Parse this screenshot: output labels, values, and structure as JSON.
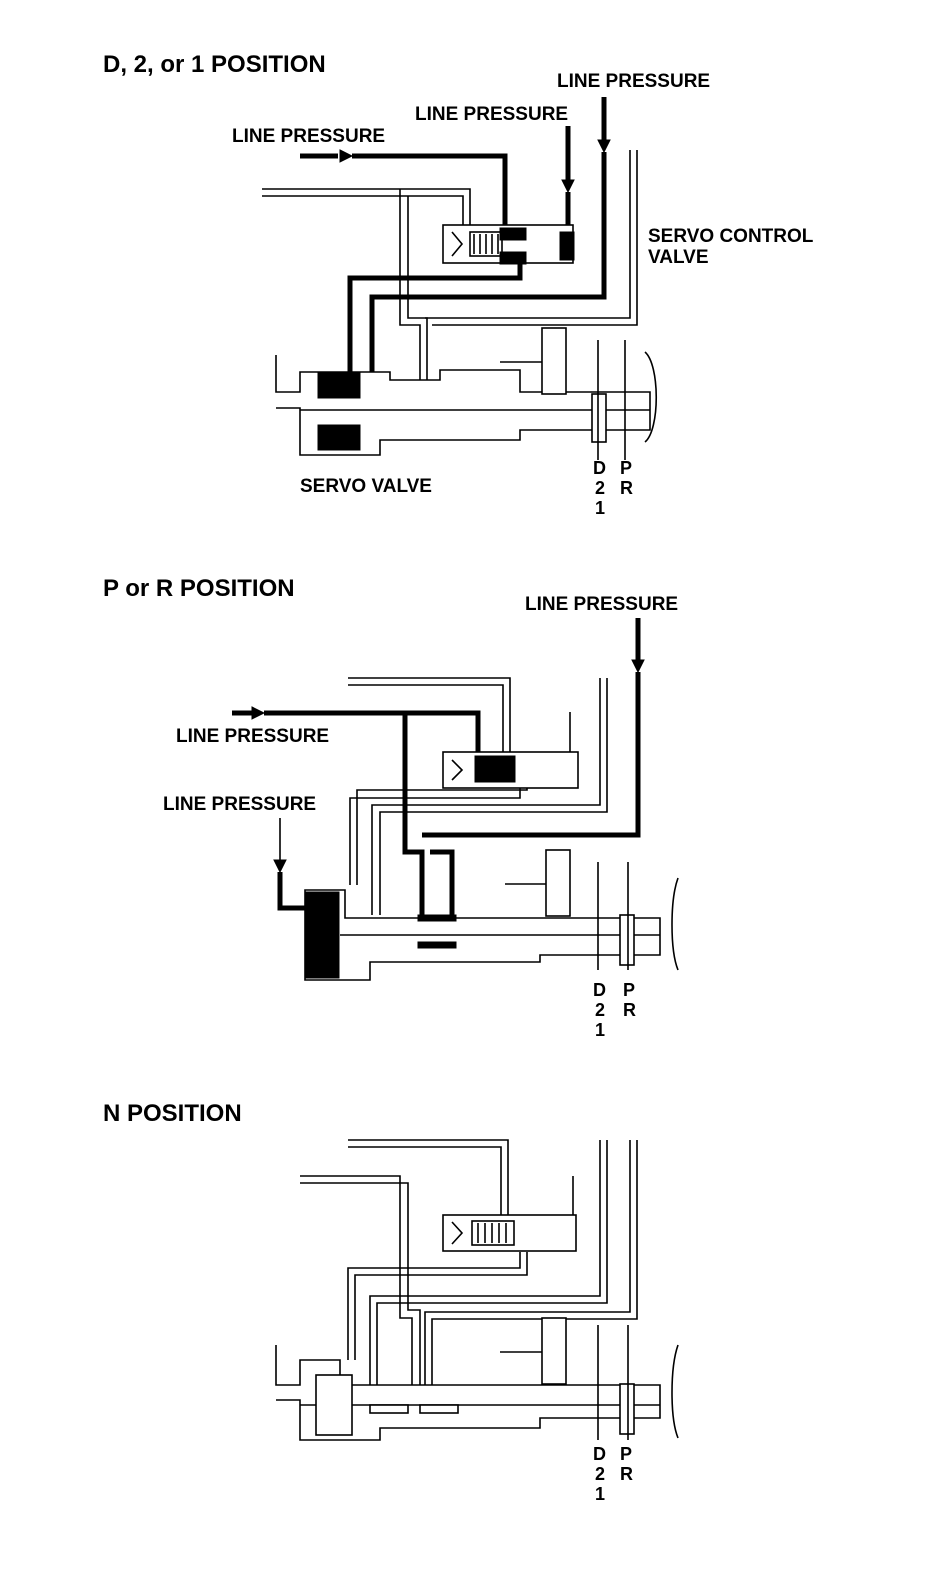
{
  "panels": [
    {
      "title": "D, 2, or 1 POSITION",
      "labels": {
        "line_pressure_left": "LINE PRESSURE",
        "line_pressure_mid": "LINE PRESSURE",
        "line_pressure_top": "LINE PRESSURE",
        "servo_control_valve_1": "SERVO CONTROL",
        "servo_control_valve_2": "VALVE",
        "servo_valve": "SERVO VALVE"
      },
      "positions": {
        "d": "D",
        "two": "2",
        "one": "1",
        "p": "P",
        "r": "R"
      }
    },
    {
      "title": "P or R POSITION",
      "labels": {
        "line_pressure_top": "LINE PRESSURE",
        "line_pressure_left": "LINE PRESSURE",
        "line_pressure_lower": "LINE PRESSURE"
      },
      "positions": {
        "d": "D",
        "two": "2",
        "one": "1",
        "p": "P",
        "r": "R"
      }
    },
    {
      "title": "N POSITION",
      "positions": {
        "d": "D",
        "two": "2",
        "one": "1",
        "p": "P",
        "r": "R"
      }
    }
  ]
}
